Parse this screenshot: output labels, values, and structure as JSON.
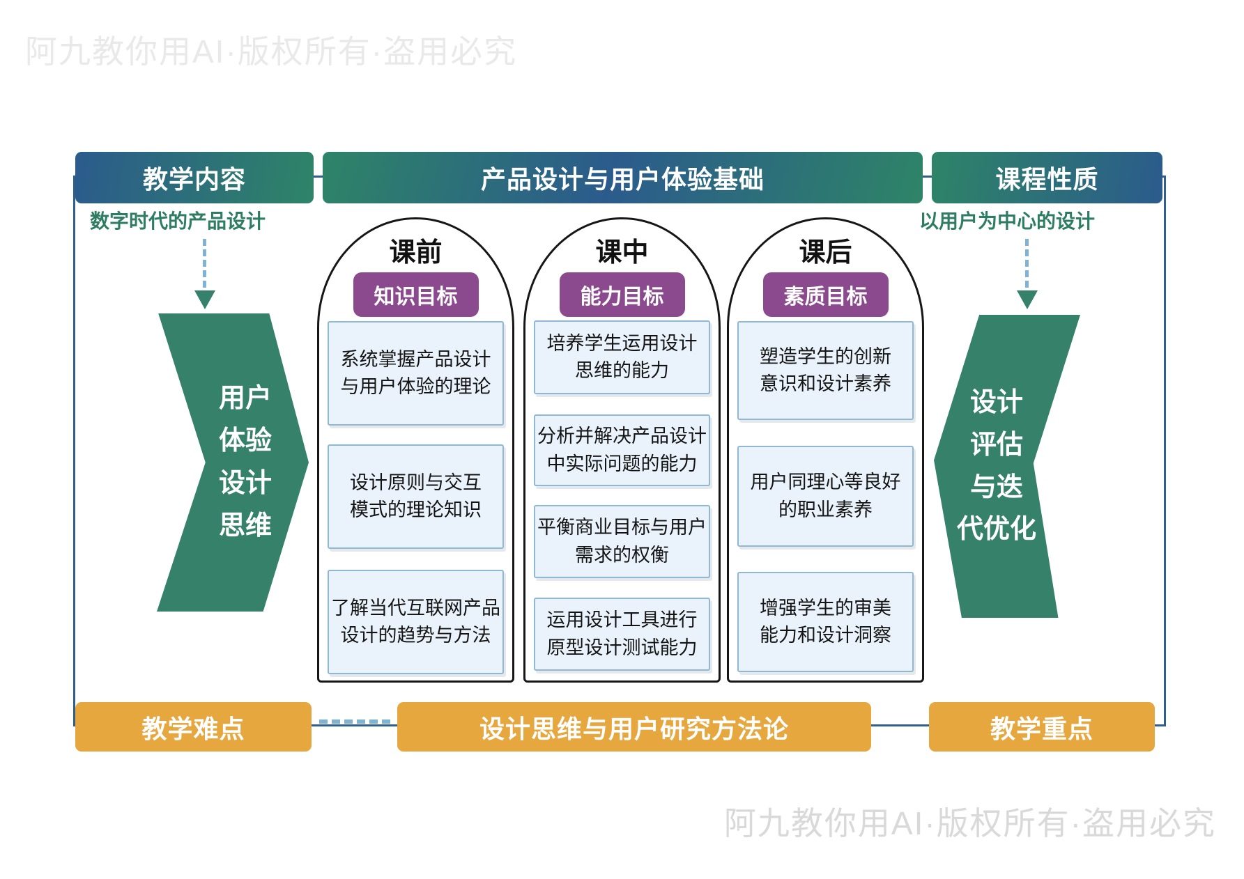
{
  "watermark": {
    "top": "阿九教你用AI·版权所有·盗用必究",
    "bottom": "阿九教你用AI·版权所有·盗用必究"
  },
  "header": {
    "left": "教学内容",
    "center": "产品设计与用户体验基础",
    "right": "课程性质"
  },
  "annotations": {
    "left": "数字时代的产品设计",
    "right": "以用户为中心的设计"
  },
  "chevrons": {
    "left": "用户\n体验\n设计\n思维",
    "right": "设计\n评估\n与迭\n代优化"
  },
  "columns": [
    {
      "title": "课前",
      "badge": "知识目标",
      "boxes": [
        "系统掌握产品设计\n与用户体验的理论",
        "设计原则与交互\n模式的理论知识",
        "了解当代互联网产品\n设计的趋势与方法"
      ]
    },
    {
      "title": "课中",
      "badge": "能力目标",
      "boxes": [
        "培养学生运用设计\n思维的能力",
        "分析并解决产品设计\n中实际问题的能力",
        "平衡商业目标与用户\n需求的权衡",
        "运用设计工具进行\n原型设计测试能力"
      ]
    },
    {
      "title": "课后",
      "badge": "素质目标",
      "boxes": [
        "塑造学生的创新\n意识和设计素养",
        "用户同理心等良好\n的职业素养",
        "增强学生的审美\n能力和设计洞察"
      ]
    }
  ],
  "footer": {
    "left": "教学难点",
    "center": "设计思维与用户研究方法论",
    "right": "教学重点"
  },
  "colors": {
    "green": "#368169",
    "blue": "#2B5B8C",
    "purple": "#8C4A8E",
    "orange": "#E7A73F",
    "frame_line": "#2E5F8E",
    "box_bg": "#EAF3FB",
    "box_border": "#8FB8D2",
    "dash": "#7FB3D6",
    "label_green": "#2E7D62"
  }
}
